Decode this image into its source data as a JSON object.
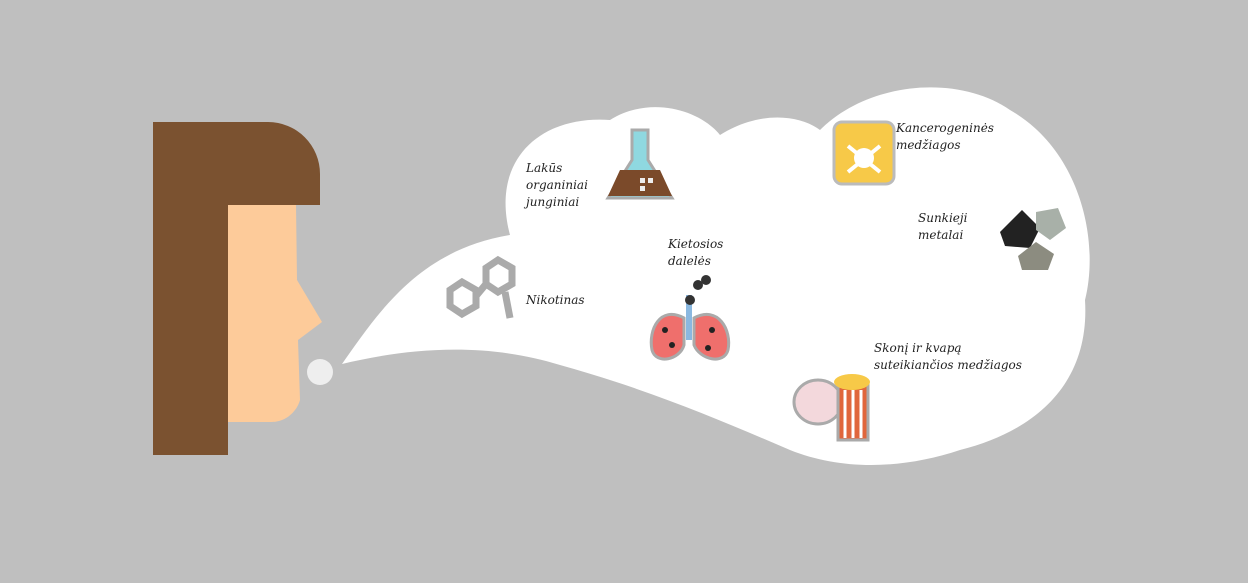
{
  "labels": {
    "voc": "Lakūs organiniai junginiai",
    "voc_lines": [
      "Lakūs",
      "organiniai",
      "junginiai"
    ],
    "particles_lines": [
      "Kietosios",
      "dalelės"
    ],
    "nicotine": "Nikotinas",
    "carcinogens_lines": [
      "Kancerogeninės",
      "medžiagos"
    ],
    "metals_lines": [
      "Sunkieji",
      "metalai"
    ],
    "flavors_lines": [
      "Skonį ir kvapą",
      "suteikiančios medžiagos"
    ]
  },
  "colors": {
    "background": "#bfbfbf",
    "hair": "#7b5230",
    "skin": "#fdcb9a",
    "cloud": "#ffffff"
  }
}
